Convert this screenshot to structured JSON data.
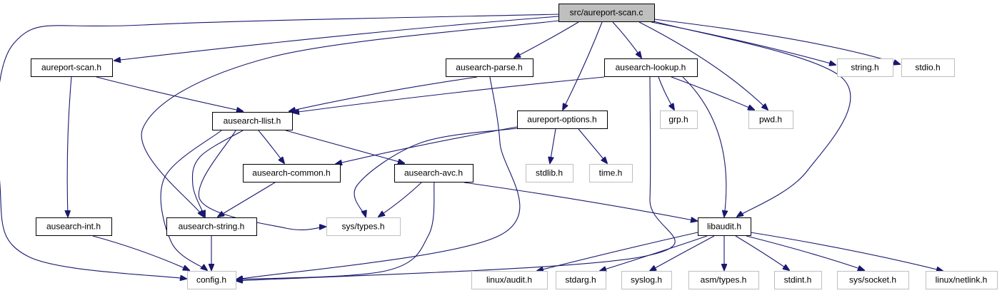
{
  "graph": {
    "title": "src/aureport-scan.c",
    "colors": {
      "edge": "#191970",
      "root_fill": "#bfbfbf",
      "root_border": "#000000",
      "internal_border": "#000000",
      "external_border": "#bfbfbf",
      "external_text": "#404040",
      "node_fill": "#ffffff"
    },
    "nodes": [
      {
        "id": "root",
        "label": "src/aureport-scan.c",
        "kind": "root"
      },
      {
        "id": "aureport-scan-h",
        "label": "aureport-scan.h",
        "kind": "internal"
      },
      {
        "id": "ausearch-parse-h",
        "label": "ausearch-parse.h",
        "kind": "internal"
      },
      {
        "id": "ausearch-lookup-h",
        "label": "ausearch-lookup.h",
        "kind": "internal"
      },
      {
        "id": "string-h",
        "label": "string.h",
        "kind": "external"
      },
      {
        "id": "stdio-h",
        "label": "stdio.h",
        "kind": "external"
      },
      {
        "id": "ausearch-llist-h",
        "label": "ausearch-llist.h",
        "kind": "internal"
      },
      {
        "id": "aureport-options-h",
        "label": "aureport-options.h",
        "kind": "internal"
      },
      {
        "id": "grp-h",
        "label": "grp.h",
        "kind": "external"
      },
      {
        "id": "pwd-h",
        "label": "pwd.h",
        "kind": "external"
      },
      {
        "id": "ausearch-common-h",
        "label": "ausearch-common.h",
        "kind": "internal"
      },
      {
        "id": "ausearch-avc-h",
        "label": "ausearch-avc.h",
        "kind": "internal"
      },
      {
        "id": "stdlib-h",
        "label": "stdlib.h",
        "kind": "external"
      },
      {
        "id": "time-h",
        "label": "time.h",
        "kind": "external"
      },
      {
        "id": "ausearch-int-h",
        "label": "ausearch-int.h",
        "kind": "internal"
      },
      {
        "id": "ausearch-string-h",
        "label": "ausearch-string.h",
        "kind": "internal"
      },
      {
        "id": "sys-types-h",
        "label": "sys/types.h",
        "kind": "external"
      },
      {
        "id": "libaudit-h",
        "label": "libaudit.h",
        "kind": "internal"
      },
      {
        "id": "config-h",
        "label": "config.h",
        "kind": "external"
      },
      {
        "id": "linux-audit-h",
        "label": "linux/audit.h",
        "kind": "external"
      },
      {
        "id": "stdarg-h",
        "label": "stdarg.h",
        "kind": "external"
      },
      {
        "id": "syslog-h",
        "label": "syslog.h",
        "kind": "external"
      },
      {
        "id": "asm-types-h",
        "label": "asm/types.h",
        "kind": "external"
      },
      {
        "id": "stdint-h",
        "label": "stdint.h",
        "kind": "external"
      },
      {
        "id": "sys-socket-h",
        "label": "sys/socket.h",
        "kind": "external"
      },
      {
        "id": "linux-netlink-h",
        "label": "linux/netlink.h",
        "kind": "external"
      }
    ],
    "edges": [
      [
        "root",
        "aureport-scan-h"
      ],
      [
        "root",
        "ausearch-parse-h"
      ],
      [
        "root",
        "ausearch-lookup-h"
      ],
      [
        "root",
        "string-h"
      ],
      [
        "root",
        "stdio-h"
      ],
      [
        "root",
        "aureport-options-h"
      ],
      [
        "root",
        "pwd-h"
      ],
      [
        "root",
        "libaudit-h"
      ],
      [
        "root",
        "ausearch-string-h"
      ],
      [
        "root",
        "config-h"
      ],
      [
        "aureport-scan-h",
        "ausearch-llist-h"
      ],
      [
        "aureport-scan-h",
        "ausearch-int-h"
      ],
      [
        "ausearch-parse-h",
        "ausearch-llist-h"
      ],
      [
        "ausearch-parse-h",
        "config-h"
      ],
      [
        "ausearch-lookup-h",
        "ausearch-llist-h"
      ],
      [
        "ausearch-lookup-h",
        "grp-h"
      ],
      [
        "ausearch-lookup-h",
        "pwd-h"
      ],
      [
        "ausearch-lookup-h",
        "libaudit-h"
      ],
      [
        "ausearch-lookup-h",
        "config-h"
      ],
      [
        "ausearch-llist-h",
        "ausearch-common-h"
      ],
      [
        "ausearch-llist-h",
        "ausearch-avc-h"
      ],
      [
        "ausearch-llist-h",
        "ausearch-string-h"
      ],
      [
        "ausearch-llist-h",
        "sys-types-h"
      ],
      [
        "ausearch-llist-h",
        "config-h"
      ],
      [
        "aureport-options-h",
        "ausearch-common-h"
      ],
      [
        "aureport-options-h",
        "stdlib-h"
      ],
      [
        "aureport-options-h",
        "time-h"
      ],
      [
        "aureport-options-h",
        "sys-types-h"
      ],
      [
        "ausearch-common-h",
        "ausearch-string-h"
      ],
      [
        "ausearch-avc-h",
        "sys-types-h"
      ],
      [
        "ausearch-avc-h",
        "libaudit-h"
      ],
      [
        "ausearch-avc-h",
        "config-h"
      ],
      [
        "ausearch-int-h",
        "config-h"
      ],
      [
        "ausearch-string-h",
        "config-h"
      ],
      [
        "libaudit-h",
        "linux-audit-h"
      ],
      [
        "libaudit-h",
        "stdarg-h"
      ],
      [
        "libaudit-h",
        "syslog-h"
      ],
      [
        "libaudit-h",
        "asm-types-h"
      ],
      [
        "libaudit-h",
        "stdint-h"
      ],
      [
        "libaudit-h",
        "sys-socket-h"
      ],
      [
        "libaudit-h",
        "linux-netlink-h"
      ]
    ]
  }
}
